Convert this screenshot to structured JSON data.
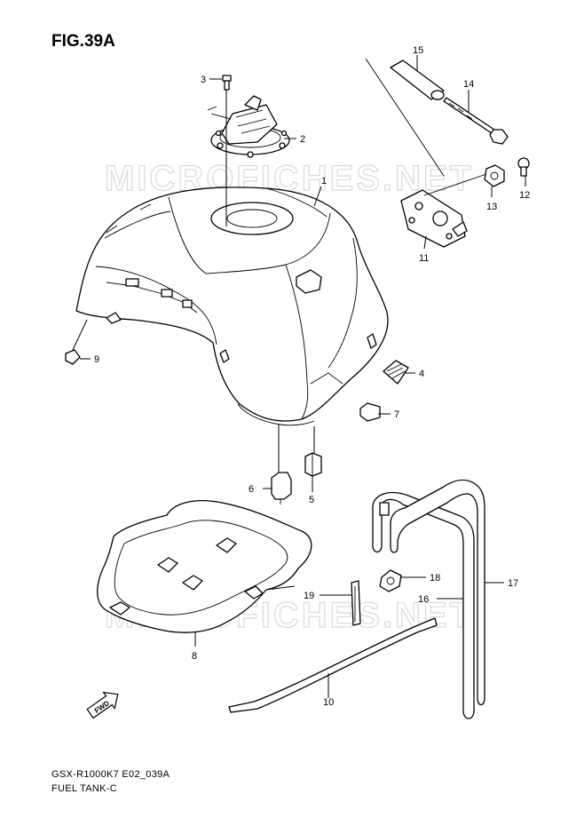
{
  "figure": {
    "title": "FIG.39A"
  },
  "footer": {
    "model_code": "GSX-R1000K7 E02_039A",
    "group_name": "FUEL TANK-C"
  },
  "watermark": {
    "top": "MICROFICHES.NET",
    "bottom": "MICROFICHES.NET"
  },
  "parts": {
    "p1": "1",
    "p2": "2",
    "p3": "3",
    "p4": "4",
    "p5": "5",
    "p6": "6",
    "p7": "7",
    "p8": "8",
    "p9": "9",
    "p10": "10",
    "p11": "11",
    "p12": "12",
    "p13": "13",
    "p14": "14",
    "p15": "15",
    "p16": "16",
    "p17": "17",
    "p18": "18",
    "p19": "19"
  },
  "fwd_arrow": {
    "label": "FWD",
    "icon": "forward-arrow-icon"
  }
}
